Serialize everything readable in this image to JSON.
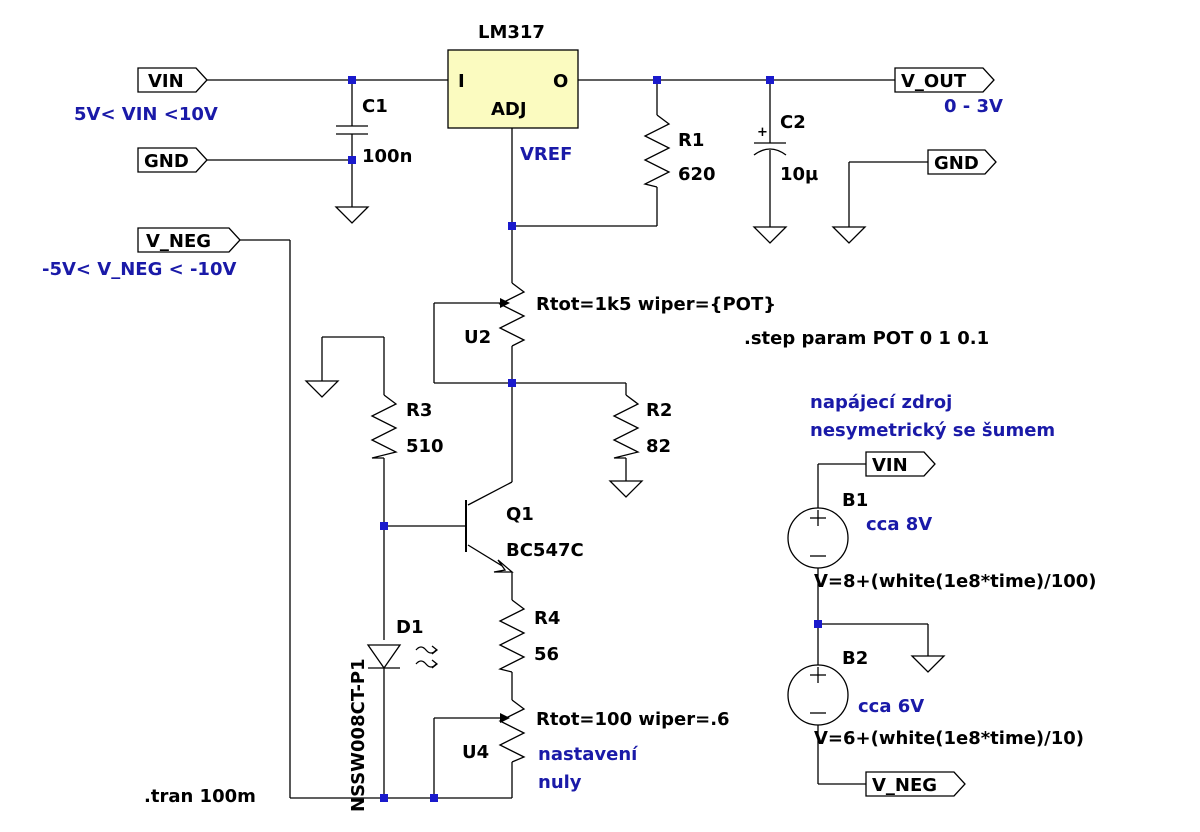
{
  "ports": {
    "vin_top": "VIN",
    "gnd_left": "GND",
    "v_neg_left": "V_NEG",
    "v_out": "V_OUT",
    "gnd_right": "GND",
    "vin_right": "VIN",
    "v_neg_right": "V_NEG"
  },
  "regulator": {
    "name": "LM317",
    "pin_in": "I",
    "pin_out": "O",
    "pin_adj": "ADJ"
  },
  "components": {
    "c1": {
      "name": "C1",
      "value": "100n"
    },
    "c2": {
      "name": "C2",
      "value": "10µ"
    },
    "r1": {
      "name": "R1",
      "value": "620"
    },
    "r2": {
      "name": "R2",
      "value": "82"
    },
    "r3": {
      "name": "R3",
      "value": "510"
    },
    "r4": {
      "name": "R4",
      "value": "56"
    },
    "u2": {
      "name": "U2",
      "value": "Rtot=1k5 wiper={POT}"
    },
    "u4": {
      "name": "U4",
      "value": "Rtot=100 wiper=.6"
    },
    "q1": {
      "name": "Q1",
      "value": "BC547C"
    },
    "d1": {
      "name": "D1",
      "value": "NSSW008CT-P1"
    },
    "b1": {
      "name": "B1",
      "value": "V=8+(white(1e8*time)/100)"
    },
    "b2": {
      "name": "B2",
      "value": "V=6+(white(1e8*time)/10)"
    }
  },
  "notes": {
    "vin_range": "5V< VIN <10V",
    "vout_range": "0 - 3V",
    "vneg_range": "-5V< V_NEG < -10V",
    "vref": "VREF",
    "supply_line1": "napájecí zdroj",
    "supply_line2": "nesymetrický se šumem",
    "b1_note": "cca 8V",
    "b2_note": "cca 6V",
    "zero_line1": "nastavení",
    "zero_line2": "nuly"
  },
  "directives": {
    "step": ".step param POT 0 1 0.1",
    "tran": ".tran 100m"
  }
}
